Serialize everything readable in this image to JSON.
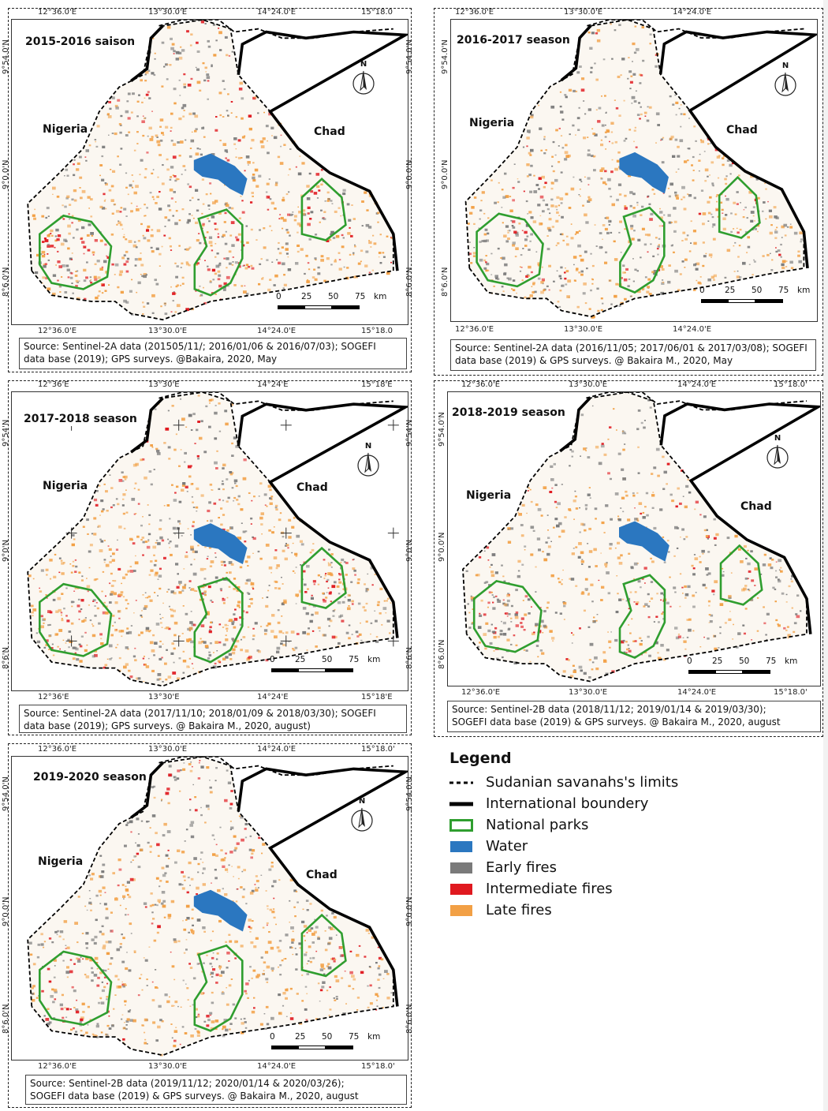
{
  "page": {
    "background": "#ffffff"
  },
  "colors": {
    "water": "#2b77c0",
    "early": "#7a7a7a",
    "intermediate": "#e0191f",
    "late": "#f2a045",
    "park": "#2f9e2f",
    "boundary": "#000000"
  },
  "panels": [
    {
      "id": "p2015",
      "title": "2015-2016 saison",
      "nigeria": "Nigeria",
      "chad": "Chad",
      "north": "N",
      "top_coords": [
        "12°36.0'E",
        "13°30.0'E",
        "14°24.0'E",
        "15°18.0"
      ],
      "bottom_coords": [
        "12°36.0'E",
        "13°30.0'E",
        "14°24.0'E",
        "15°18.0"
      ],
      "left_coords": [
        "9°54.0'N",
        "9°0.0'N",
        "8°6.0'N"
      ],
      "right_coords": [
        "9°54.0'N",
        "9°0.0'N",
        "8°6.0'N"
      ],
      "scale": [
        "0",
        "25",
        "50",
        "75",
        "km"
      ],
      "source": [
        "Source: Sentinel-2A data (201505/11/; 2016/01/06 & 2016/07/03); SOGEFI",
        "data base (2019); GPS surveys. @Bakaira, 2020, May"
      ],
      "density": {
        "early": 0.3,
        "intermediate": 0.22,
        "late": 0.45
      }
    },
    {
      "id": "p2016",
      "title": "2016-2017 season",
      "nigeria": "Nigeria",
      "chad": "Chad",
      "north": "N",
      "top_coords": [
        "12°36.0'E",
        "13°30.0'E",
        "14°24.0'E"
      ],
      "bottom_coords": [
        "12°36.0'E",
        "13°30.0'E",
        "14°24.0'E"
      ],
      "left_coords": [
        "9°54.0'N",
        "9°0.0'N",
        "8°6.0'N"
      ],
      "right_coords": [],
      "scale": [
        "0",
        "25",
        "50",
        "75",
        "km"
      ],
      "source": [
        "Source: Sentinel-2A data (2016/11/05; 2017/06/01 & 2017/03/08); SOGEFI",
        "data base (2019) & GPS surveys. @ Bakaira M., 2020, May"
      ],
      "density": {
        "early": 0.38,
        "intermediate": 0.12,
        "late": 0.35
      }
    },
    {
      "id": "p2017",
      "title": "2017-2018 season",
      "nigeria": "Nigeria",
      "chad": "Chad",
      "north": "N",
      "top_coords": [
        "12°36'E",
        "13°30'E",
        "14°24'E",
        "15°18'E"
      ],
      "bottom_coords": [
        "12°36'E",
        "13°30'E",
        "14°24'E",
        "15°18'E"
      ],
      "left_coords": [
        "9°54'N",
        "9°0'N",
        "8°6'N"
      ],
      "right_coords": [
        "9°54'N",
        "9°0'N",
        "8°6'N"
      ],
      "scale": [
        "0",
        "25",
        "50",
        "75",
        "km"
      ],
      "source": [
        "Source: Sentinel-2A data (2017/11/10; 2018/01/09 & 2018/03/30);  SOGEFI",
        "data base (2019); GPS surveys. @ Bakaira M., 2020, august)"
      ],
      "density": {
        "early": 0.32,
        "intermediate": 0.25,
        "late": 0.5
      }
    },
    {
      "id": "p2018",
      "title": "2018-2019 season",
      "nigeria": "Nigeria",
      "chad": "Chad",
      "north": "N",
      "top_coords": [
        "12°36.0'E",
        "13°30.0'E",
        "14°24.0'E",
        "15°18.0'"
      ],
      "bottom_coords": [
        "12°36.0'E",
        "13°30.0'E",
        "14°24.0'E",
        "15°18.0'"
      ],
      "left_coords": [
        "9°54.0'N",
        "9°0.0'N",
        "8°6.0'N"
      ],
      "right_coords": [
        "9°54.0'N",
        "9°0.0'N",
        "8°6.0'N"
      ],
      "scale": [
        "0",
        "25",
        "50",
        "75",
        "km"
      ],
      "source": [
        "Source: Sentinel-2B data (2018/11/12; 2019/01/14 & 2019/03/30);",
        "SOGEFI data base (2019) & GPS surveys. @ Bakaira M., 2020, august"
      ],
      "density": {
        "early": 0.3,
        "intermediate": 0.14,
        "late": 0.28
      }
    },
    {
      "id": "p2019",
      "title": "2019-2020 season",
      "nigeria": "Nigeria",
      "chad": "Chad",
      "north": "N",
      "top_coords": [
        "12°36.0'E",
        "13°30.0'E",
        "14°24.0'E",
        "15°18.0'"
      ],
      "bottom_coords": [
        "12°36.0'E",
        "13°30.0'E",
        "14°24.0'E",
        "15°18.0'"
      ],
      "left_coords": [
        "9°54.0'N",
        "9°0.0'N",
        "8°6.0'N"
      ],
      "right_coords": [
        "9°54.0'N",
        "9°0.0'N",
        "8°6.0'N"
      ],
      "scale": [
        "0",
        "25",
        "50",
        "75",
        "km"
      ],
      "source": [
        "Source: Sentinel-2B data (2019/11/12; 2020/01/14 & 2020/03/26);",
        "SOGEFI data base (2019) & GPS surveys. @ Bakaira M., 2020, august"
      ],
      "density": {
        "early": 0.33,
        "intermediate": 0.2,
        "late": 0.35
      }
    }
  ],
  "legend": {
    "title": "Legend",
    "items": [
      {
        "label": "Sudanian savanahs's limits",
        "symbol": "dashed-line-icon"
      },
      {
        "label": "International boundery",
        "symbol": "solid-line-icon"
      },
      {
        "label": "National parks",
        "symbol": "park-outline-icon"
      },
      {
        "label": "Water",
        "symbol": "water-swatch-icon"
      },
      {
        "label": "Early fires",
        "symbol": "early-fires-swatch-icon"
      },
      {
        "label": "Intermediate fires",
        "symbol": "intermediate-fires-swatch-icon"
      },
      {
        "label": "Late fires",
        "symbol": "late-fires-swatch-icon"
      }
    ]
  }
}
